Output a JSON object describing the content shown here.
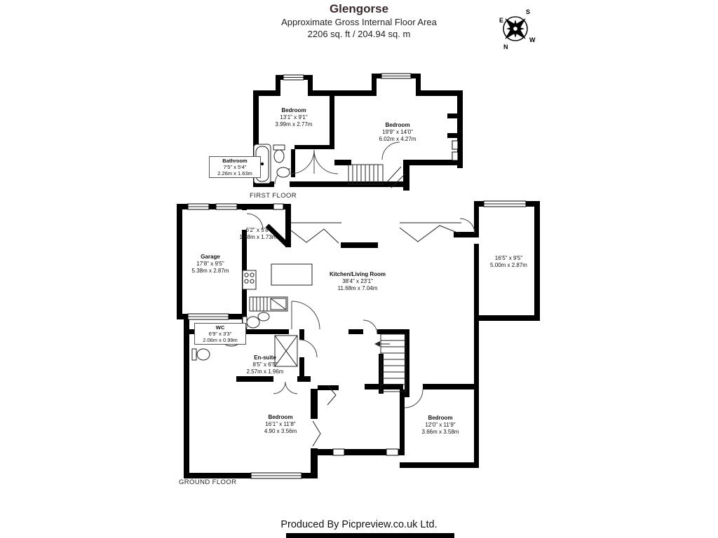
{
  "header": {
    "title": "Glengorse",
    "subtitle": "Approximate Gross Internal Floor Area",
    "area": "2206 sq. ft / 204.94 sq. m"
  },
  "compass": {
    "north": "N",
    "south": "S",
    "east": "E",
    "west": "W"
  },
  "first_floor": {
    "label": "FIRST FLOOR",
    "rooms": [
      {
        "name": "Bedroom",
        "imperial": "13'1\" x 9'1\"",
        "metric": "3.99m x 2.77m"
      },
      {
        "name": "Bedroom",
        "imperial": "19'9\" x 14'0\"",
        "metric": "6.02m x 4.27m"
      },
      {
        "name": "Bathroom",
        "imperial": "7'5\" x 5'4\"",
        "metric": "2.26m x 1.63m"
      }
    ]
  },
  "ground_floor": {
    "label": "GROUND FLOOR",
    "rooms": [
      {
        "name": "Garage",
        "imperial": "17'8\" x 9'5\"",
        "metric": "5.38m x 2.87m"
      },
      {
        "name": "",
        "imperial": "6'2\" x 5'8\"",
        "metric": "1.88m x 1.73m"
      },
      {
        "name": "Kitchen/Living Room",
        "imperial": "38'4\" x 23'1\"",
        "metric": "11.68m x 7.04m"
      },
      {
        "name": "",
        "imperial": "16'5\" x 9'5\"",
        "metric": "5.00m x 2.87m"
      },
      {
        "name": "WC",
        "imperial": "6'9\" x 3'3\"",
        "metric": "2.06m x 0.99m"
      },
      {
        "name": "En-suite",
        "imperial": "8'5\" x 6'5\"",
        "metric": "2.57m x 1.96m"
      },
      {
        "name": "Bedroom",
        "imperial": "16'1\" x 11'8\"",
        "metric": "4.90 x 3.56m"
      },
      {
        "name": "Bedroom",
        "imperial": "12'0\" x 11'9\"",
        "metric": "3.66m x 3.58m"
      }
    ]
  },
  "footer": {
    "credit": "Produced By Picpreview.co.uk Ltd."
  },
  "colors": {
    "wall": "#000000",
    "background": "#ffffff"
  }
}
